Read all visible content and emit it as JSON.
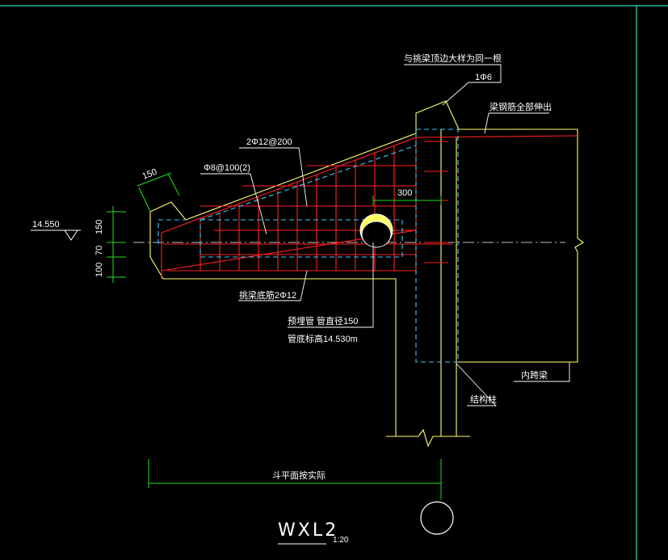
{
  "drawing": {
    "title": "WXL2",
    "scale": "1:20",
    "colors": {
      "background": "#000000",
      "frame": "#2fd8b8",
      "concrete": "#ffff66",
      "rebar": "#ff2020",
      "column_dashed": "#40c8ff",
      "dimension": "#20e020",
      "leader": "#ffffff",
      "pipe": "#ffffff"
    },
    "level": {
      "label": "14.550"
    },
    "annotations": {
      "top_note": "与挑梁顶边大样为同一根",
      "stirrup_small": "1Φ6",
      "beam_bar_extend": "梁钢筋全部伸出",
      "top_bar": "2Φ12@200",
      "stirrup": "Φ8@100(2)",
      "bottom_bar": "挑梁底筋2Φ12",
      "pipe_line1": "预埋管 管直径150",
      "pipe_line2": "管底标高14.530m",
      "inner_beam": "内跨梁",
      "column": "结构柱",
      "span_label": "斗平面按实际"
    },
    "dimensions": {
      "hook_length": "150",
      "spacing": "300",
      "v_top": "150",
      "v_mid": "70",
      "v_bot": "100"
    }
  }
}
